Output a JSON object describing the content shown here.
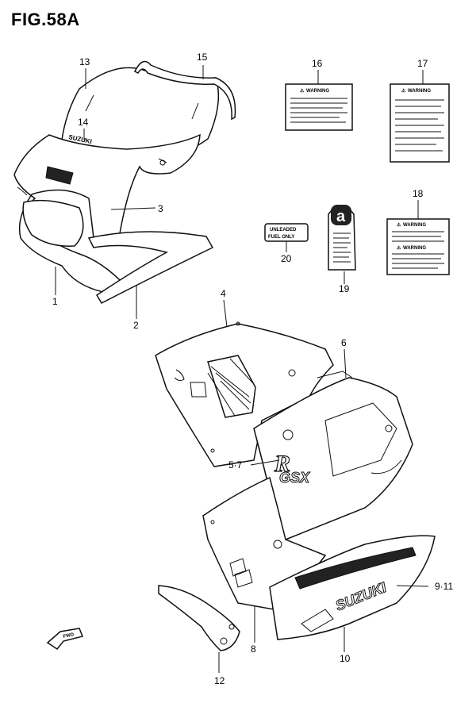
{
  "figure": {
    "title": "FIG.58A"
  },
  "labels": {
    "warning_text": "WARNING",
    "fuel_line1": "UNLEADED",
    "fuel_line2": "FUEL ONLY",
    "letter_a": "a",
    "brand": "SUZUKI",
    "model": "GSX",
    "model_r": "R",
    "fwd": "FWD"
  },
  "callouts": {
    "c1": "1",
    "c2": "2",
    "c3": "3",
    "c4": "4",
    "c5_7": "5·7",
    "c6": "6",
    "c8": "8",
    "c9_11": "9·11",
    "c10": "10",
    "c12": "12",
    "c13": "13",
    "c14": "14",
    "c15": "15",
    "c16": "16",
    "c17": "17",
    "c18": "18",
    "c19": "19",
    "c20": "20"
  }
}
